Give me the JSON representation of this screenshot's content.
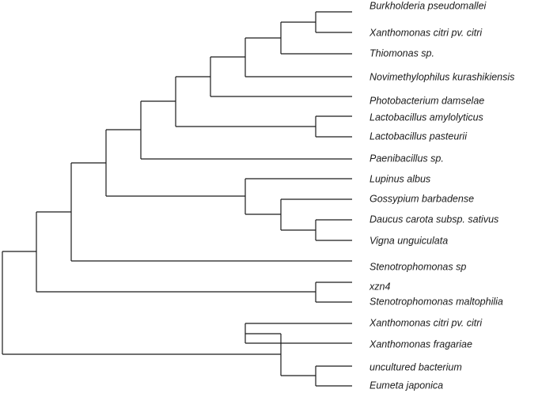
{
  "tree": {
    "children": [
      {
        "children": [
          {
            "children": [
              {
                "children": [
                  {
                    "children": [
                      {
                        "children": [
                          {
                            "children": [
                              {
                                "children": [
                                  {
                                    "label": "Burkholderia pseudomallei"
                                  },
                                  {
                                    "label": "Xanthomonas citri pv. citri"
                                  }
                                ]
                              },
                              {
                                "label": "Thiomonas sp."
                              }
                            ]
                          },
                          {
                            "label": "Novimethylophilus kurashikiensis"
                          }
                        ]
                      },
                      {
                        "label": "Photobacterium damselae"
                      }
                    ]
                  },
                  {
                    "children": [
                      {
                        "label": "Lactobacillus amylolyticus"
                      },
                      {
                        "label": "Lactobacillus pasteurii"
                      }
                    ]
                  }
                ]
              },
              {
                "label": "Paenibacillus sp."
              }
            ]
          },
          {
            "children": [
              {
                "label": "Lupinus albus"
              },
              {
                "children": [
                  {
                    "label": "Gossypium barbadense"
                  },
                  {
                    "children": [
                      {
                        "label": "Daucus carota subsp. sativus"
                      },
                      {
                        "label": "Vigna unguiculata"
                      }
                    ]
                  }
                ]
              }
            ]
          }
        ]
      },
      {
        "label": "Stenotrophomonas sp"
      }
    ]
  },
  "tree_b": {
    "children": [
      {
        "label": "xzn4"
      },
      {
        "label": "Stenotrophomonas maltophilia"
      }
    ]
  },
  "tree_c": {
    "children": [
      {
        "children": [
          {
            "label": "Xanthomonas citri pv. citri"
          },
          {
            "label": "Xanthomonas fragariae"
          }
        ]
      },
      {
        "children": [
          {
            "label": "uncultured bacterium"
          },
          {
            "label": "Eumeta japonica"
          }
        ]
      }
    ]
  }
}
